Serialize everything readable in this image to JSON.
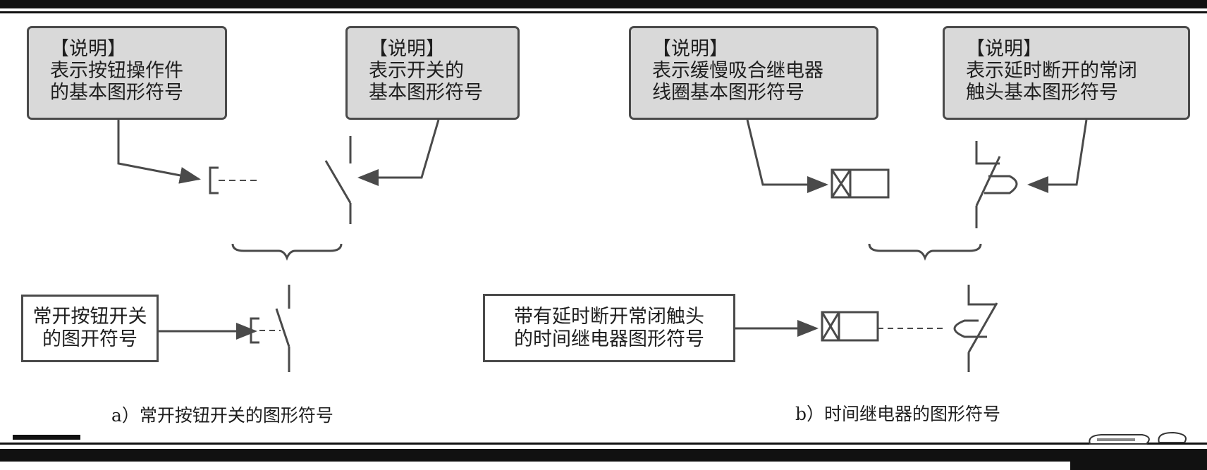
{
  "note_boxes": {
    "button_operator": {
      "title": "【说明】",
      "line1": "表示按钮操作件",
      "line2": "的基本图形符号"
    },
    "switch": {
      "title": "【说明】",
      "line1": "表示开关的",
      "line2": "基本图形符号"
    },
    "slow_relay_coil": {
      "title": "【说明】",
      "line1": "表示缓慢吸合继电器",
      "line2": "线圈基本图形符号"
    },
    "delay_nc_contact": {
      "title": "【说明】",
      "line1": "表示延时断开的常闭",
      "line2": "触头基本图形符号"
    }
  },
  "label_boxes": {
    "no_pushbutton": {
      "line1": "常开按钮开关",
      "line2": "的图开符号"
    },
    "time_relay": {
      "line1": "带有延时断开常闭触头",
      "line2": "的时间继电器图形符号"
    }
  },
  "captions": {
    "a": "a）常开按钮开关的图形符号",
    "b": "b）时间继电器的图形符号"
  },
  "colors": {
    "band": "#111111",
    "line": "#4a4a4a",
    "note_fill": "#d9d9d9"
  }
}
